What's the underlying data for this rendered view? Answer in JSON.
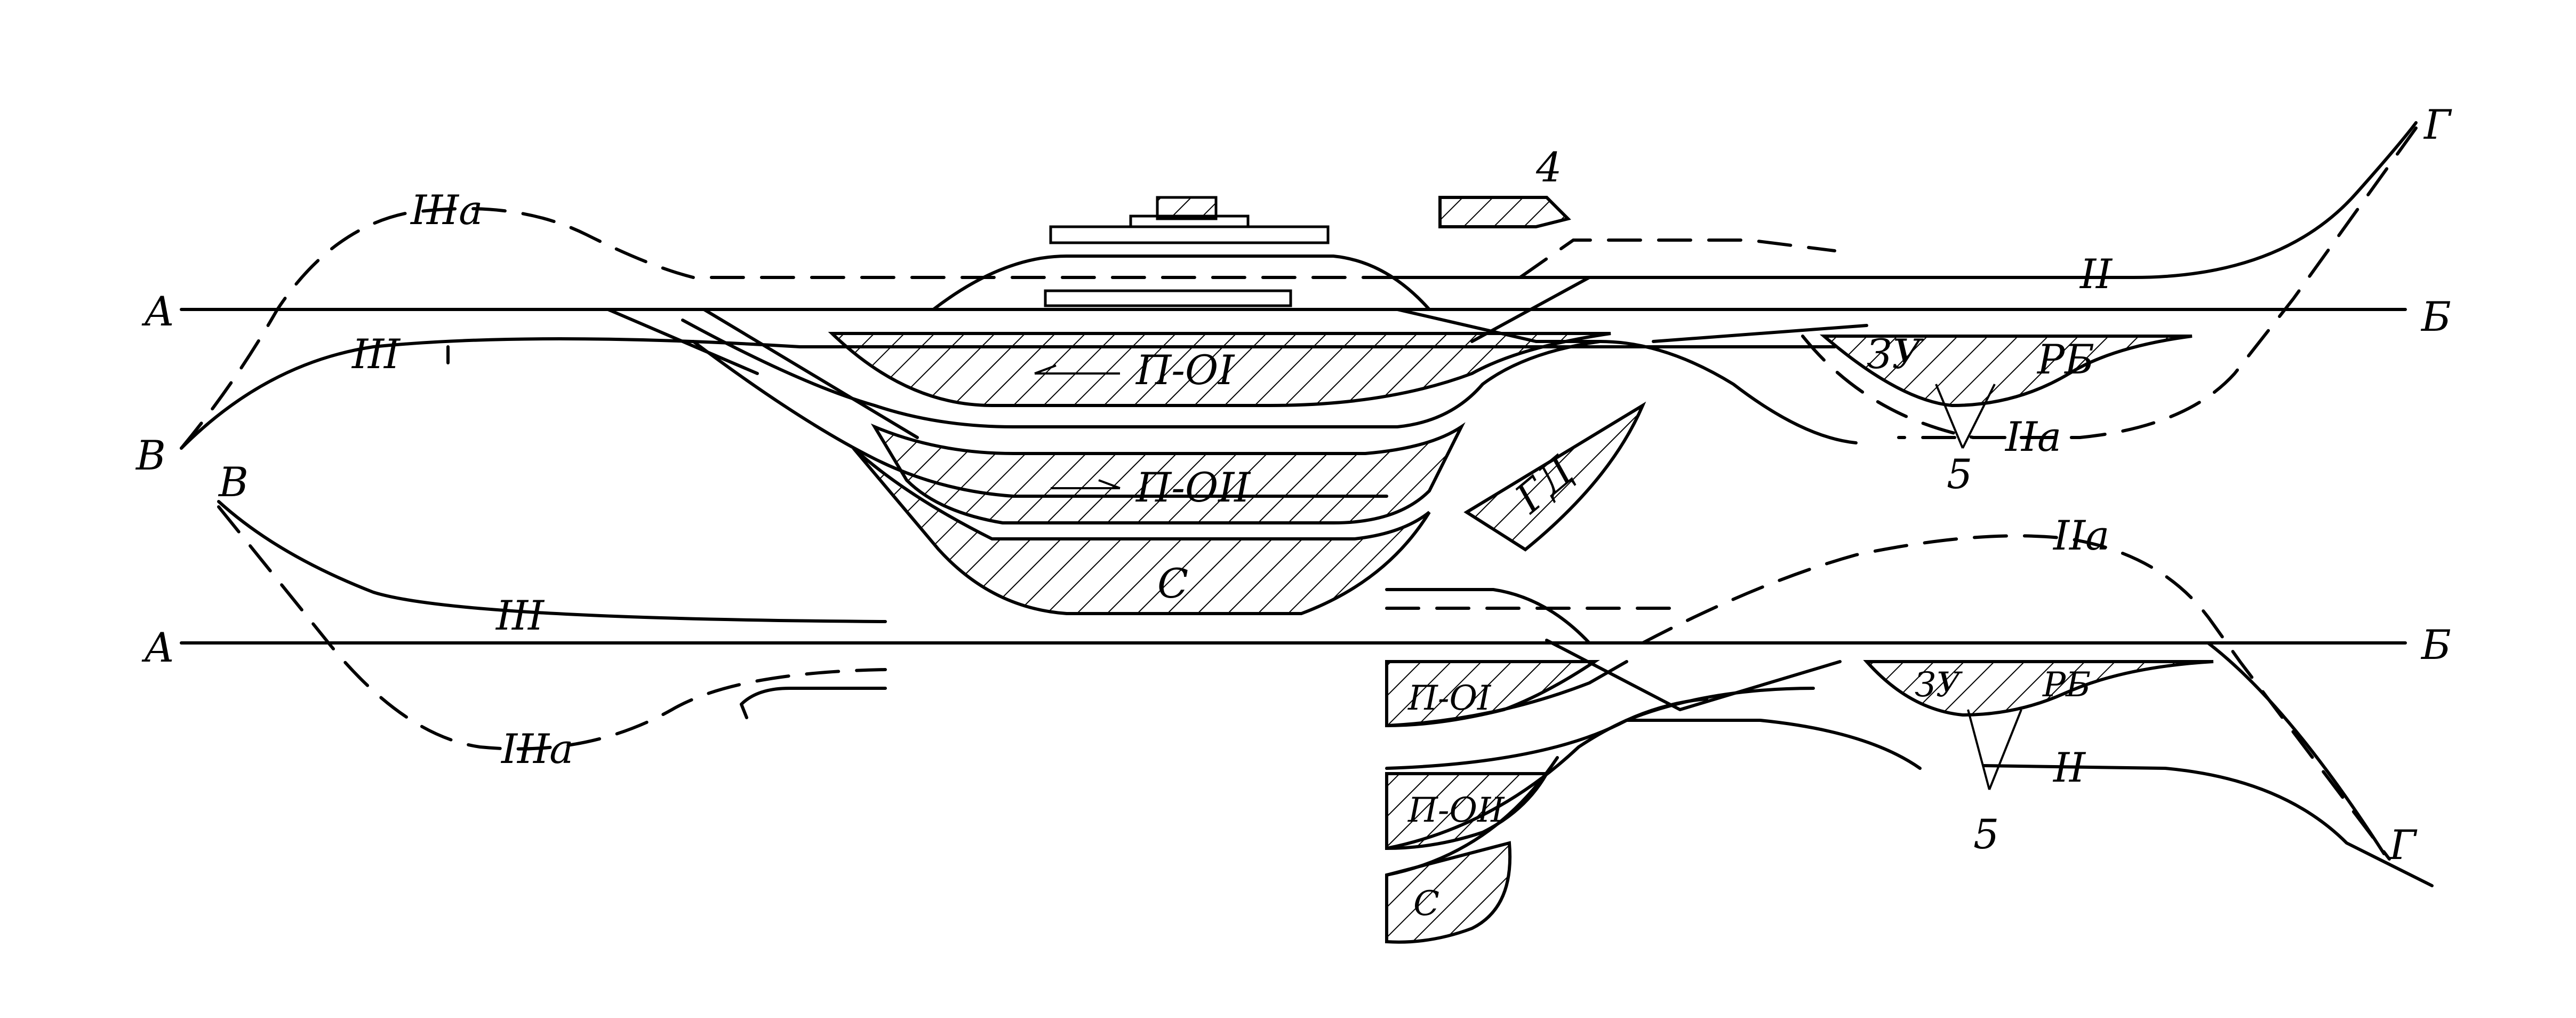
{
  "labels": {
    "top": {
      "A": "А",
      "B": "Б",
      "V": "В",
      "G": "Г",
      "IIIa": "IIIа",
      "III": "III",
      "II": "II",
      "IIa": "IIа",
      "P_OI": "П-ОI",
      "P_OII": "П-ОII",
      "S": "С",
      "GD": "ГД",
      "ZU": "ЗУ",
      "RB": "РБ",
      "n4": "4",
      "n5": "5"
    },
    "bottom": {
      "A": "А",
      "B": "Б",
      "V": "В",
      "G": "Г",
      "III": "III",
      "IIIa": "IIIа",
      "II": "II",
      "IIa": "IIа",
      "P_OI": "П-ОI",
      "P_OII": "П-ОII",
      "S": "С",
      "ZU": "ЗУ",
      "RB": "РБ",
      "n5": "5"
    }
  }
}
